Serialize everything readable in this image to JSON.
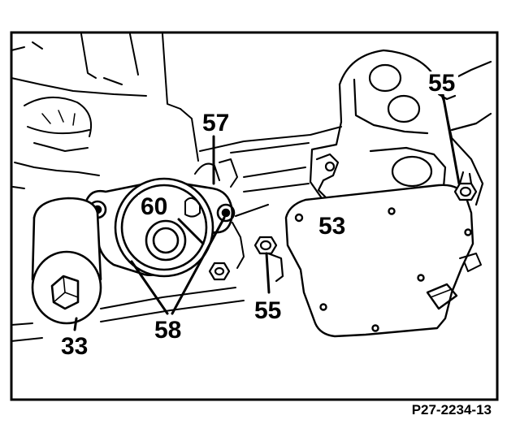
{
  "callouts": {
    "c57": "57",
    "c55_top": "55",
    "c60": "60",
    "c53": "53",
    "c33": "33",
    "c58": "58",
    "c55_bottom": "55"
  },
  "figure_code": "P27-2234-13",
  "colors": {
    "ink": "#000000",
    "paper": "#ffffff"
  }
}
